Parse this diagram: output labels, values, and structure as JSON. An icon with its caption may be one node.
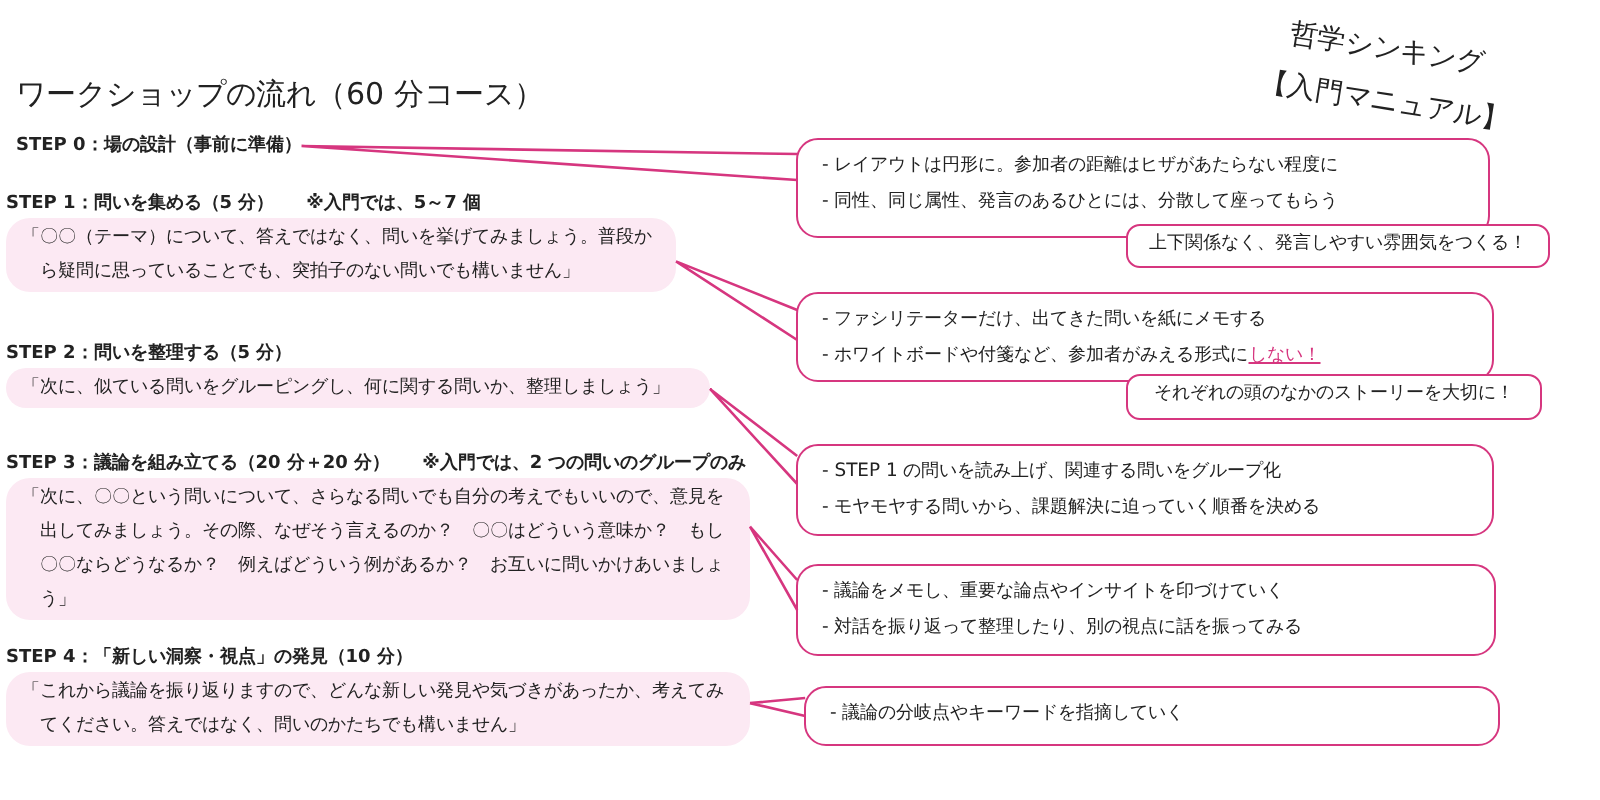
{
  "diagram": {
    "title": "ワークショップの流れ（60 分コース）",
    "nodes": [
      {
        "text": [
          "STEP 0：場の設計（事前に準備）"
        ]
      },
      {
        "text": [
          "- レイアウトは円形に。参加者の距離はヒザがあたらない程度に",
          "- 同性、同じ属性、発言のあるひとには、分散して座ってもらう"
        ]
      },
      {
        "text": [
          "上下関係なく、発言しやすい雰囲気をつくる！"
        ]
      },
      {
        "text": [
          "STEP 1：問いを集める（5 分）",
          "※入門では、5～7 個",
          "「〇〇（テーマ）について、答えではなく、問いを挙げてみましょう。普段から疑問に思っていることでも、突拍子のない問いでも構いません」"
        ]
      },
      {
        "text": [
          "- ファシリテーターだけ、出てきた問いを紙にメモする",
          "- ホワイトボードや付箋など、参加者がみえる形式に**しない！**"
        ]
      },
      {
        "text": [
          "それぞれの頭のなかのストーリーを大切に！"
        ]
      },
      {
        "text": [
          "STEP 2：問いを整理する（5 分）",
          "「次に、似ている問いをグルーピングし、何に関する問いか、整理しましょう」"
        ]
      },
      {
        "text": [
          "- STEP 1 の問いを読み上げ、関連する問いをグループ化",
          "- モヤモヤする問いから、課題解決に迫っていく順番を決める"
        ]
      },
      {
        "text": [
          "STEP 3：議論を組み立てる（20 分＋20 分）",
          "※入門では、2 つの問いのグループのみ",
          "「次に、〇〇という問いについて、さらなる問いでも自分の考えでもいいので、意見を出してみましょう。その際、なぜそう言えるのか？　〇〇はどういう意味か？　もし〇〇ならどうなるか？　例えばどういう例があるか？　お互いに問いかけあいましょう」"
        ]
      },
      {
        "text": [
          "- 議論をメモし、重要な論点やインサイトを印づけていく",
          "- 対話を振り返って整理したり、別の視点に話を振ってみる"
        ]
      },
      {
        "text": [
          "STEP 4：「新しい洞察・視点」の発見（10 分）",
          "「これから議論を振り返りますので、どんな新しい発見や気づきがあったか、考えてみてください。答えではなく、問いのかたちでも構いません」"
        ]
      },
      {
        "text": [
          "- 議論の分岐点やキーワードを指摘していく"
        ]
      }
    ],
    "edges": [
      {
        "from": 0,
        "to": 1,
        "arrow": "none"
      },
      {
        "from": 3,
        "to": 4,
        "arrow": "none"
      },
      {
        "from": 6,
        "to": 7,
        "arrow": "none"
      },
      {
        "from": 8,
        "to": 9,
        "arrow": "none"
      },
      {
        "from": 10,
        "to": 11,
        "arrow": "none"
      }
    ],
    "labels": [
      "哲学シンキング",
      "【入門マニュアル】"
    ]
  }
}
